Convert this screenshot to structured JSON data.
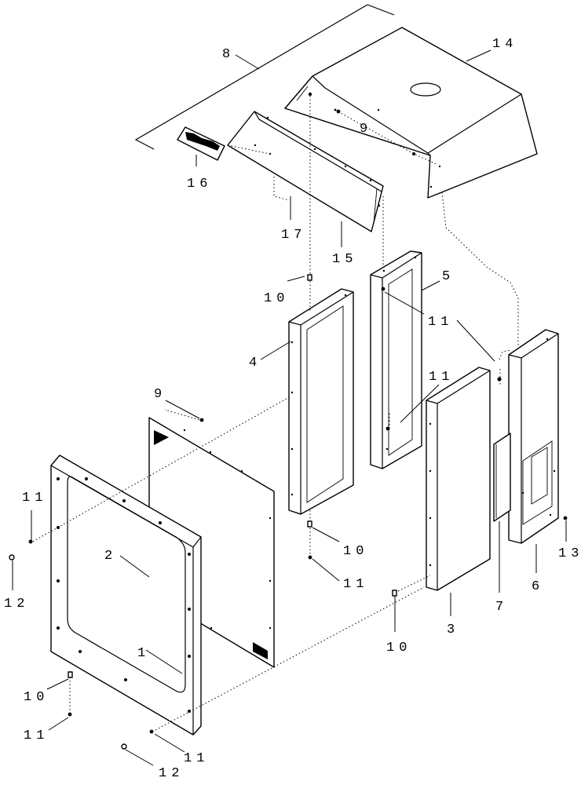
{
  "diagram": {
    "type": "exploded parts view",
    "callouts": [
      "1",
      "2",
      "3",
      "4",
      "5",
      "6",
      "7",
      "8",
      "9",
      "9",
      "10",
      "10",
      "10",
      "10",
      "11",
      "11",
      "11",
      "11",
      "11",
      "11",
      "12",
      "12",
      "13",
      "14",
      "15",
      "16",
      "17"
    ]
  }
}
